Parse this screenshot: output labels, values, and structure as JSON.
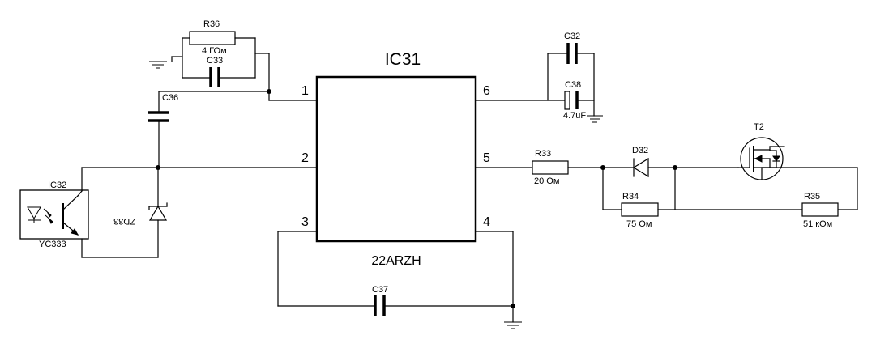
{
  "ic": {
    "ref": "IC31",
    "part": "22ARZH",
    "pins": [
      "1",
      "2",
      "3",
      "4",
      "5",
      "6"
    ]
  },
  "optocoupler": {
    "ref": "IC32",
    "part": "YC333"
  },
  "zener": {
    "ref": "ZD33"
  },
  "resistors": {
    "r36": {
      "ref": "R36",
      "value": "4 ГОм"
    },
    "r33": {
      "ref": "R33",
      "value": "20 Ом"
    },
    "r34": {
      "ref": "R34",
      "value": "75 Ом"
    },
    "r35": {
      "ref": "R35",
      "value": "51 кОм"
    }
  },
  "capacitors": {
    "c33": {
      "ref": "C33"
    },
    "c36": {
      "ref": "C36"
    },
    "c32": {
      "ref": "C32"
    },
    "c38": {
      "ref": "C38",
      "value": "4.7uF"
    },
    "c37": {
      "ref": "C37"
    }
  },
  "diode": {
    "ref": "D32"
  },
  "transistor": {
    "ref": "T2"
  }
}
